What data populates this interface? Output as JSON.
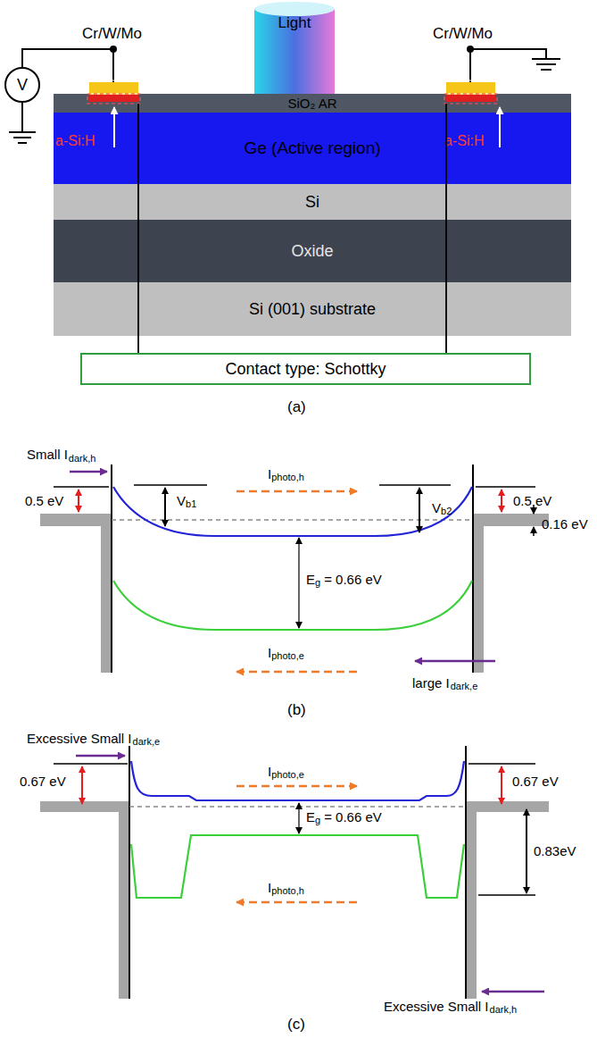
{
  "diagram": {
    "nodes": [
      {
        "text": [
          "Light"
        ]
      },
      {
        "text": [
          "SiO₂ AR"
        ]
      },
      {
        "text": [
          "Ge (Active region)"
        ]
      },
      {
        "text": [
          "Si"
        ]
      },
      {
        "text": [
          "Oxide"
        ]
      },
      {
        "text": [
          "Si (001) substrate"
        ]
      },
      {
        "text": [
          "Contact type: Schottky"
        ]
      },
      {
        "text": [
          "V"
        ]
      }
    ],
    "labels": [
      "Cr/W/Mo",
      "Cr/W/Mo",
      "a-Si:H",
      "a-Si:H",
      "(a)",
      "Small I",
      "dark,h",
      "0.5 eV",
      "V",
      "b1",
      "I",
      "photo,h",
      "V",
      "b2",
      "0.5 eV",
      "E",
      "g",
      "= 0.66 eV",
      "0.16 eV",
      "I",
      "photo,e",
      "large I",
      "dark,e",
      "(b)",
      "Excessive Small I",
      "dark,e",
      "0.67 eV",
      "I",
      "photo,e",
      "0.67 eV",
      "E",
      "g",
      "= 0.66 eV",
      "0.83eV",
      "I",
      "photo,h",
      "Excessive Small I",
      "dark,h",
      "(c)"
    ]
  }
}
